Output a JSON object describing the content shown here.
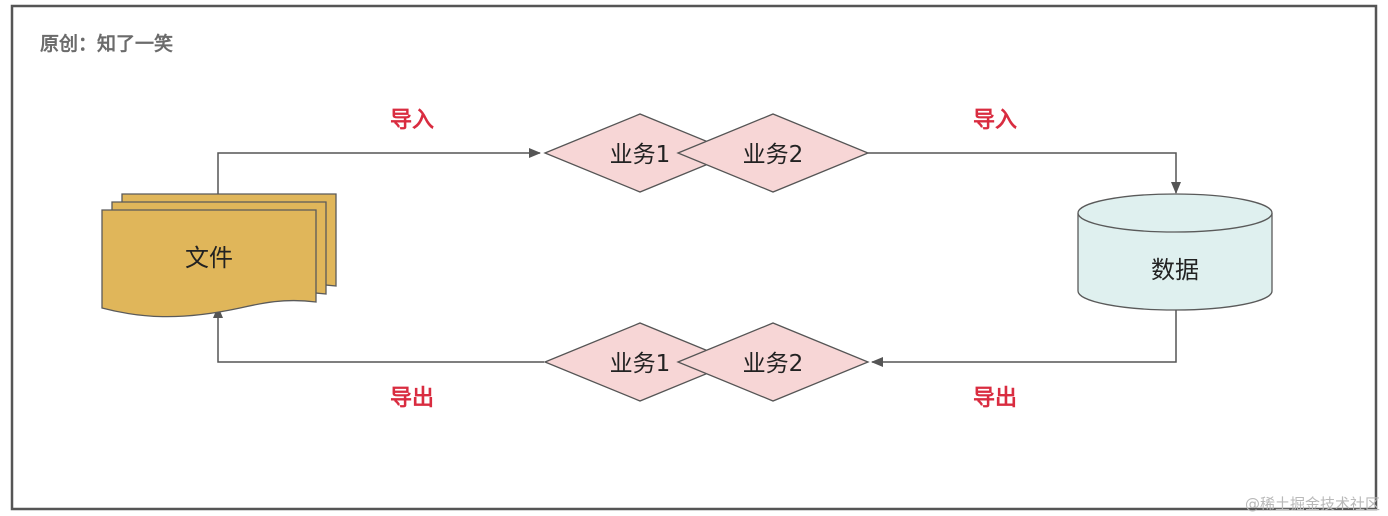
{
  "header": {
    "label": "原创：知了一笑"
  },
  "nodes": {
    "file": "文件",
    "data": "数据",
    "top_biz1": "业务1",
    "top_biz2": "业务2",
    "bottom_biz1": "业务1",
    "bottom_biz2": "业务2"
  },
  "edges": {
    "top_left_label": "导入",
    "top_right_label": "导入",
    "bottom_left_label": "导出",
    "bottom_right_label": "导出"
  },
  "watermark": "@稀土掘金技术社区",
  "colors": {
    "frame": "#555555",
    "file_fill": "#e0b65a",
    "file_stroke": "#5a5a5a",
    "db_fill": "#dff0ef",
    "diamond_fill": "#f7d6d6",
    "edge_label": "#d92c40",
    "arrow": "#555555"
  }
}
